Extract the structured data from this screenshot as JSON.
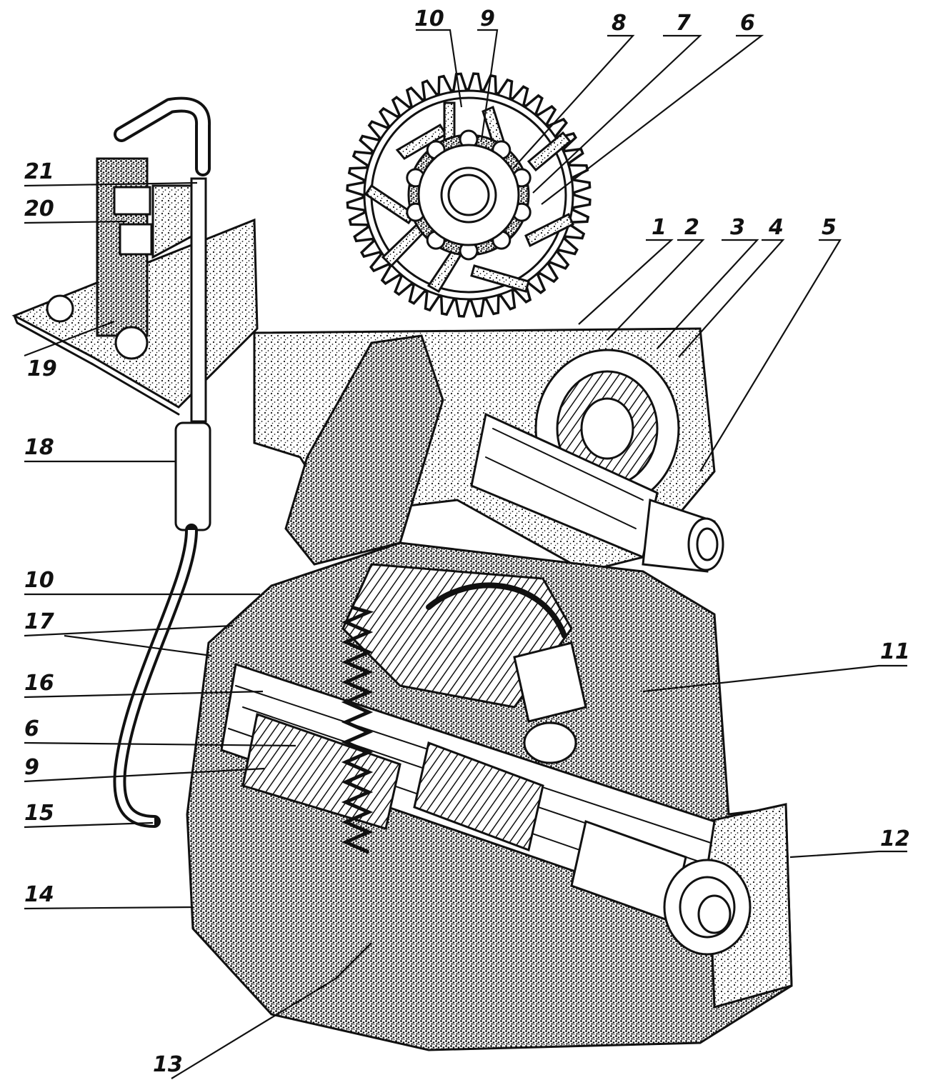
{
  "figure": {
    "labels": [
      {
        "id": "top-10",
        "text": "10"
      },
      {
        "id": "top-9",
        "text": "9"
      },
      {
        "id": "top-8",
        "text": "8"
      },
      {
        "id": "top-7",
        "text": "7"
      },
      {
        "id": "top-6",
        "text": "6"
      },
      {
        "id": "r-1",
        "text": "1"
      },
      {
        "id": "r-2",
        "text": "2"
      },
      {
        "id": "r-3",
        "text": "3"
      },
      {
        "id": "r-4",
        "text": "4"
      },
      {
        "id": "r-5",
        "text": "5"
      },
      {
        "id": "r-11",
        "text": "11"
      },
      {
        "id": "r-12",
        "text": "12"
      },
      {
        "id": "b-13",
        "text": "13"
      },
      {
        "id": "l-21",
        "text": "21"
      },
      {
        "id": "l-20",
        "text": "20"
      },
      {
        "id": "l-19",
        "text": "19"
      },
      {
        "id": "l-18",
        "text": "18"
      },
      {
        "id": "l-10",
        "text": "10"
      },
      {
        "id": "l-17",
        "text": "17"
      },
      {
        "id": "l-16",
        "text": "16"
      },
      {
        "id": "l-6",
        "text": "6"
      },
      {
        "id": "l-9",
        "text": "9"
      },
      {
        "id": "l-15",
        "text": "15"
      },
      {
        "id": "l-14",
        "text": "14"
      }
    ],
    "ink_color": "#111111",
    "paper_color": "#ffffff"
  }
}
